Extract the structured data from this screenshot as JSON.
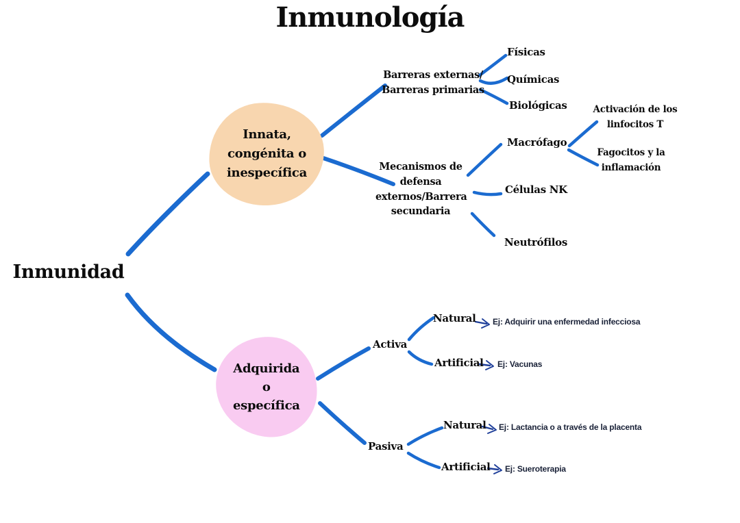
{
  "title": "Inmunología",
  "root_label": "Inmunidad",
  "innate": {
    "label": "Innata,\ncongénita o\ninespecífica",
    "barriers": {
      "label": "Barreras externas/\nBarreras primarias",
      "children": {
        "fisicas": "Físicas",
        "quimicas": "Químicas",
        "biologicas": "Biológicas"
      }
    },
    "mechanisms": {
      "label": "Mecanismos de\ndefensa\nexternos/Barrera\nsecundaria",
      "macrophage": {
        "label": "Macrófago",
        "children": {
          "tcells": "Activación de los\nlinfocitos T",
          "phagocytes": "Fagocitos y la\ninflamación"
        }
      },
      "nk_cells": "Células NK",
      "neutrophils": "Neutrófilos"
    }
  },
  "acquired": {
    "label": "Adquirida\no\nespecífica",
    "active": {
      "label": "Activa",
      "natural": {
        "label": "Natural",
        "example": "Ej: Adquirir una enfermedad infecciosa"
      },
      "artificial": {
        "label": "Artificial",
        "example": "Ej: Vacunas"
      }
    },
    "passive": {
      "label": "Pasiva",
      "natural": {
        "label": "Natural",
        "example": "Ej: Lactancia o a través de la placenta"
      },
      "artificial": {
        "label": "Artificial",
        "example": "Ej: Sueroterapia"
      }
    }
  },
  "colors": {
    "branch_line": "#1B6BD0",
    "arrow": "#20409A",
    "innate_blob": "#F8D6AF",
    "acquired_blob": "#F9CBF1",
    "text": "#0C0C0C",
    "example_text": "#1A2238",
    "bg": "#FFFFFF"
  }
}
